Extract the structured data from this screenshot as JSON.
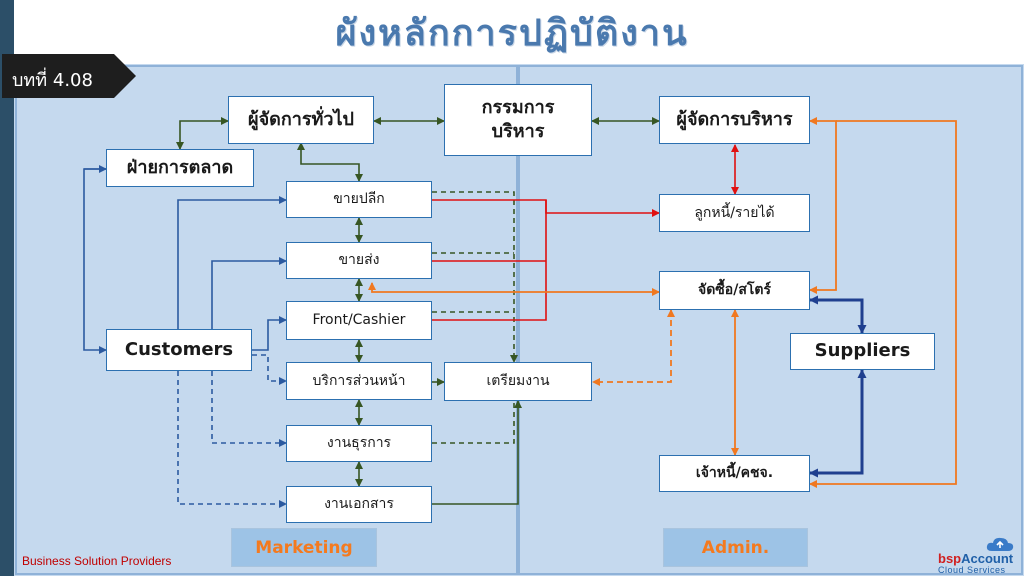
{
  "title": "ผังหลักการปฏิบัติงาน",
  "chapter": "บทที่ 4.08",
  "boxes": {
    "general_manager": "ผู้จัดการทั่วไป",
    "board": "กรรมการ\nบริหาร",
    "admin_manager": "ผู้จัดการบริหาร",
    "marketing_dept": "ฝ่ายการตลาด",
    "retail": "ขายปลีก",
    "wholesale": "ขายส่ง",
    "front_cashier": "Front/Cashier",
    "customers": "Customers",
    "front_service": "บริการส่วนหน้า",
    "preparation": "เตรียมงาน",
    "business_affairs": "งานธุรการ",
    "documents": "งานเอกสาร",
    "receivables": "ลูกหนี้/รายได้",
    "purchasing": "จัดซื้อ/สโตร์",
    "suppliers": "Suppliers",
    "payables": "เจ้าหนี้/คชจ."
  },
  "sections": {
    "marketing": "Marketing",
    "admin": "Admin."
  },
  "footer": "Business Solution Providers",
  "logo": {
    "brand_prefix": "bsp",
    "brand_name": "Account",
    "tagline": "Cloud Services"
  },
  "colors": {
    "background": "#c5d9ee",
    "box_border": "#2c70b0",
    "blue_line": "#2c5aa0",
    "green_line": "#375623",
    "red_line": "#e01010",
    "orange_line": "#f07820",
    "navy_line": "#1f3f8f",
    "section_fill": "#9dc3e6",
    "section_text": "#f47a1f"
  }
}
